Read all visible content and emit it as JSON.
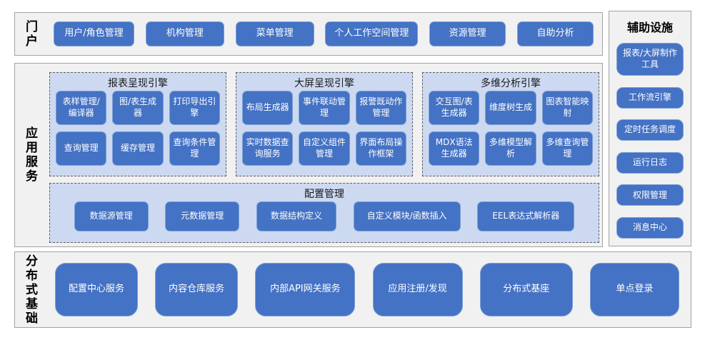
{
  "colors": {
    "node_fill": "#4472c4",
    "node_border": "#7da0d4",
    "node_text": "#ffffff",
    "group_bg": "#ccd9f1",
    "section_bg": "#f1f1f1",
    "section_border": "#a3a3a3"
  },
  "diagram": {
    "portal": {
      "label": "门户",
      "items": [
        "用户/角色管理",
        "机构管理",
        "菜单管理",
        "个人工作空间管理",
        "资源管理",
        "自助分析"
      ]
    },
    "app": {
      "label": "应用服务",
      "engines": [
        {
          "title": "报表呈现引擎",
          "items": [
            "表样管理/编译器",
            "图/表生成器",
            "打印导出引擎",
            "查询管理",
            "缓存管理",
            "查询条件管理"
          ]
        },
        {
          "title": "大屏呈现引擎",
          "items": [
            "布局生成器",
            "事件联动管理",
            "报警既动作管理",
            "实时数据查询服务",
            "自定义组件管理",
            "界面布局操作框架"
          ]
        },
        {
          "title": "多维分析引擎",
          "items": [
            "交互图/表生成器",
            "维度树生成",
            "图表智能映射",
            "MDX语法生成器",
            "多维模型解析",
            "多维查询管理"
          ]
        }
      ],
      "config": {
        "title": "配置管理",
        "items": [
          "数据源管理",
          "元数据管理",
          "数据结构定义",
          "自定义模块/函数插入",
          "EEL表达式解析器"
        ]
      }
    },
    "base": {
      "label": "分布式基础",
      "items": [
        "配置中心服务",
        "内容仓库服务",
        "内部API网关服务",
        "应用注册/发现",
        "分布式基座",
        "单点登录"
      ]
    },
    "aux": {
      "title": "辅助设施",
      "items": [
        "报表/大屏制作工具",
        "工作流引擎",
        "定时任务调度",
        "运行日志",
        "权限管理",
        "消息中心"
      ]
    }
  }
}
